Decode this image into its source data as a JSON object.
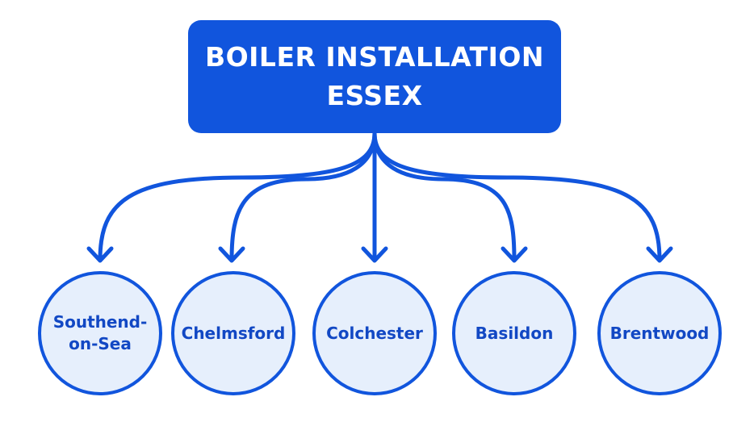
{
  "diagram": {
    "root": {
      "lines": [
        "BOILER INSTALLATION",
        "ESSEX"
      ]
    },
    "children": [
      {
        "label": "Southend-\non-Sea"
      },
      {
        "label": "Chelmsford"
      },
      {
        "label": "Colchester"
      },
      {
        "label": "Basildon"
      },
      {
        "label": "Brentwood"
      }
    ]
  },
  "colors": {
    "primary": "#1155dd",
    "node_fill": "#e6effc",
    "node_text": "#1248c4",
    "root_text": "#ffffff",
    "background": "#ffffff"
  }
}
